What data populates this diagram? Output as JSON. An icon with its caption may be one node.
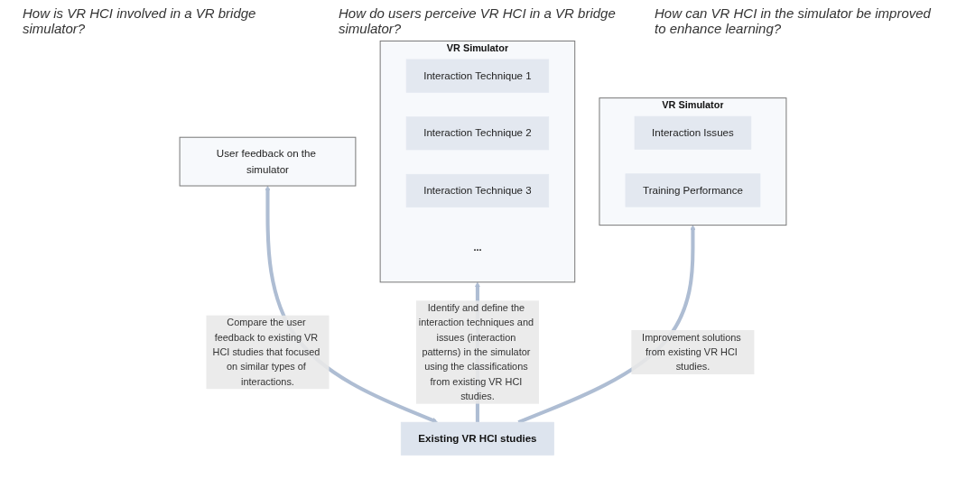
{
  "diagram": {
    "nodes": [
      {
        "text": [
          "VR Simulator"
        ]
      },
      {
        "text": [
          "Interaction Technique 1"
        ],
        "in": 0
      },
      {
        "text": [
          "Interaction Technique 2"
        ],
        "in": 0
      },
      {
        "text": [
          "Interaction Technique 3"
        ],
        "in": 0
      },
      {
        "text": [
          "..."
        ],
        "in": 0
      },
      {
        "text": [
          "User feedback on the simulator"
        ]
      },
      {
        "text": [
          "VR Simulator"
        ]
      },
      {
        "text": [
          "Interaction Issues"
        ],
        "in": 6
      },
      {
        "text": [
          "Training Performance"
        ],
        "in": 6
      },
      {
        "text": [
          "Existing VR HCI studies"
        ]
      }
    ],
    "edges": [
      {
        "from": 9,
        "to": 0,
        "arrow": "to",
        "label": "Identify and define the interaction techniques and issues (interaction patterns) in the simulator using the classifications from existing VR HCI studies."
      },
      {
        "from": 9,
        "to": 5,
        "arrow": "both",
        "label": "Compare the user feedback to existing VR HCI studies that focused on similar types of interactions."
      },
      {
        "from": 9,
        "to": 6,
        "arrow": "to",
        "label": "Improvement solutions from existing VR HCI studies."
      }
    ],
    "labels": [
      "How is VR HCI involved in a VR bridge simulator?",
      "How do users perceive VR HCI in a VR bridge simulator?",
      "How can VR HCI in the simulator be improved to enhance learning?"
    ]
  }
}
